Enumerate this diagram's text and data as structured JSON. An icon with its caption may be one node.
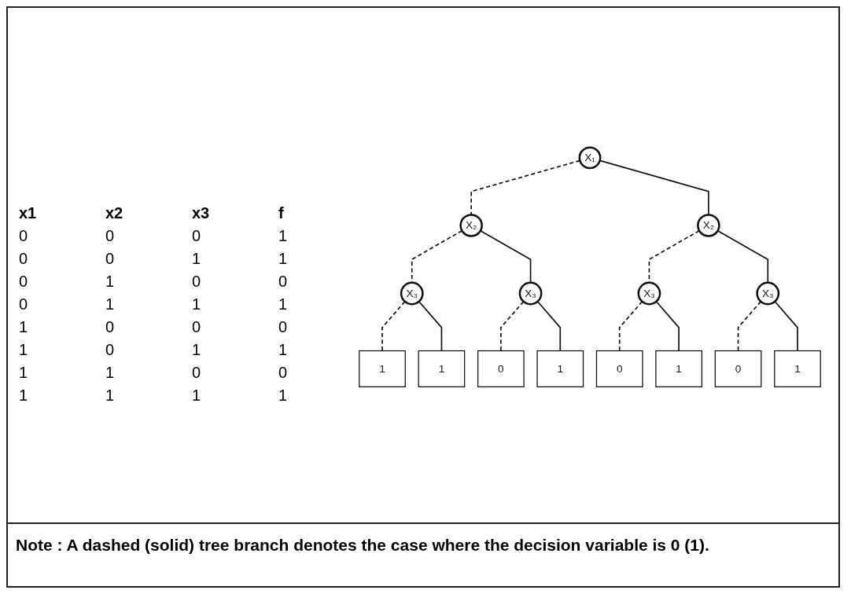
{
  "diagram": {
    "caption": "Note : A dashed (solid) tree branch denotes the case where the decision variable is 0 (1).",
    "nodes": [
      {
        "text": [
          "X₁"
        ]
      },
      {
        "text": [
          "X₂"
        ]
      },
      {
        "text": [
          "X₂"
        ]
      },
      {
        "text": [
          "X₃"
        ]
      },
      {
        "text": [
          "X₃"
        ]
      },
      {
        "text": [
          "X₃"
        ]
      },
      {
        "text": [
          "X₃"
        ]
      },
      {
        "text": [
          "1"
        ]
      },
      {
        "text": [
          "1"
        ]
      },
      {
        "text": [
          "0"
        ]
      },
      {
        "text": [
          "1"
        ]
      },
      {
        "text": [
          "0"
        ]
      },
      {
        "text": [
          "1"
        ]
      },
      {
        "text": [
          "0"
        ]
      },
      {
        "text": [
          "1"
        ]
      }
    ],
    "edges": [
      {
        "from": 0,
        "to": 1,
        "arrow": "none",
        "style": "dashed"
      },
      {
        "from": 0,
        "to": 2,
        "arrow": "none"
      },
      {
        "from": 1,
        "to": 3,
        "arrow": "none",
        "style": "dashed"
      },
      {
        "from": 1,
        "to": 4,
        "arrow": "none"
      },
      {
        "from": 2,
        "to": 5,
        "arrow": "none",
        "style": "dashed"
      },
      {
        "from": 2,
        "to": 6,
        "arrow": "none"
      },
      {
        "from": 3,
        "to": 7,
        "arrow": "none",
        "style": "dashed"
      },
      {
        "from": 3,
        "to": 8,
        "arrow": "none"
      },
      {
        "from": 4,
        "to": 9,
        "arrow": "none",
        "style": "dashed"
      },
      {
        "from": 4,
        "to": 10,
        "arrow": "none"
      },
      {
        "from": 5,
        "to": 11,
        "arrow": "none",
        "style": "dashed"
      },
      {
        "from": 5,
        "to": 12,
        "arrow": "none"
      },
      {
        "from": 6,
        "to": 13,
        "arrow": "none",
        "style": "dashed"
      },
      {
        "from": 6,
        "to": 14,
        "arrow": "none"
      }
    ],
    "labels": [
      "x1",
      "x2",
      "x3",
      "f",
      "0",
      "0",
      "0",
      "1",
      "0",
      "0",
      "1",
      "1",
      "0",
      "1",
      "0",
      "0",
      "0",
      "1",
      "1",
      "1",
      "1",
      "0",
      "0",
      "0",
      "1",
      "0",
      "1",
      "1",
      "1",
      "1",
      "0",
      "0",
      "1",
      "1",
      "1",
      "1"
    ]
  }
}
